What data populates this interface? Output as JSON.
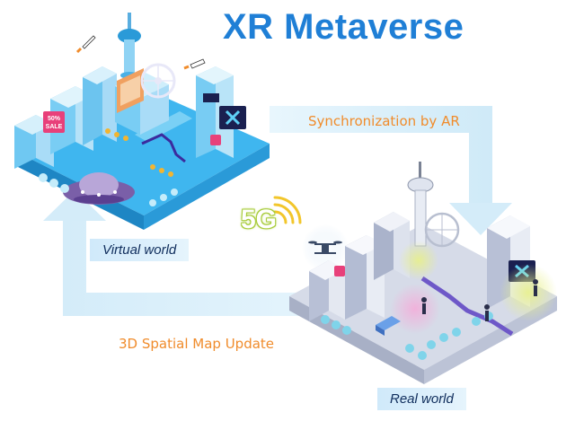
{
  "title": "XR Metaverse",
  "labels": {
    "synchronization": "Synchronization by AR",
    "map_update": "3D Spatial Map Update",
    "virtual_world": "Virtual world",
    "real_world": "Real world",
    "network": "5G"
  },
  "signs": {
    "sale": "50%\nSALE"
  },
  "icons": [
    "rocket-icon",
    "ufo-icon",
    "drone-icon",
    "wifi-signal-icon",
    "xr-logo-icon"
  ],
  "colors": {
    "title": "#1f7fd6",
    "flow_text": "#f08c2c",
    "arrow_band": "#e3f3fc",
    "virtual_ground": "#3fb6ef",
    "real_ground": "#d6dbe8",
    "sale_pink": "#e8407a",
    "network_green": "#a8cc3c"
  }
}
